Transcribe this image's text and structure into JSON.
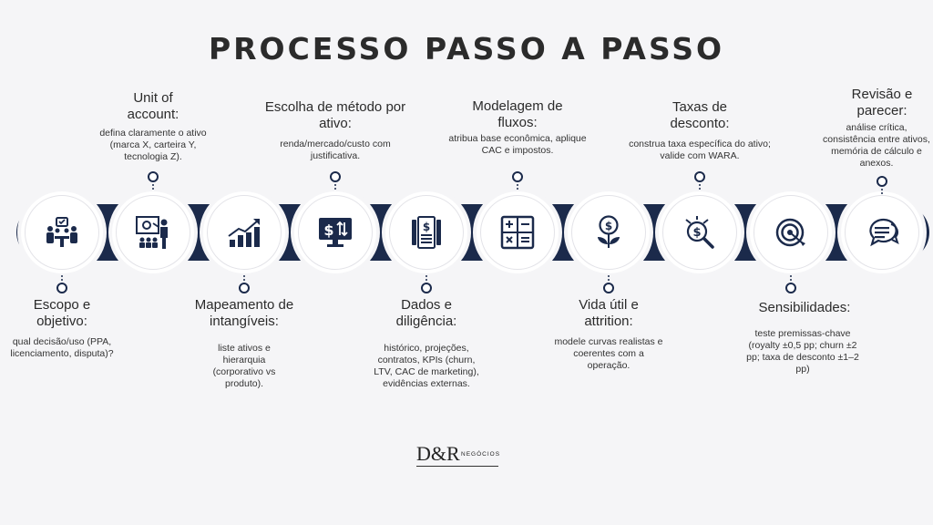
{
  "title": "PROCESSO PASSO A PASSO",
  "steps": [
    {
      "label": "Escopo e objetivo:",
      "desc": "qual decisão/uso (PPA, licenciamento, disputa)?",
      "icon": "meeting-icon"
    },
    {
      "label": "Unit of account:",
      "desc": "defina claramente o ativo (marca X, carteira Y, tecnologia Z).",
      "icon": "presentation-icon"
    },
    {
      "label": "Mapeamento de intangíveis:",
      "desc": "liste ativos e hierarquia (corporativo vs produto).",
      "icon": "growth-chart-icon"
    },
    {
      "label": "Escolha de método por ativo:",
      "desc": "renda/mercado/custo com justificativa.",
      "icon": "monitor-dollar-icon"
    },
    {
      "label": "Dados e diligência:",
      "desc": "histórico, projeções, contratos, KPIs (churn, LTV, CAC de marketing), evidências externas.",
      "icon": "documents-dollar-icon"
    },
    {
      "label": "Modelagem de fluxos:",
      "desc": "atribua base econômica, aplique CAC e impostos.",
      "icon": "calculator-icon"
    },
    {
      "label": "Vida útil e attrition:",
      "desc": "modele curvas realistas e coerentes com a operação.",
      "icon": "money-plant-icon"
    },
    {
      "label": "Taxas de desconto:",
      "desc": "construa taxa específica do ativo; valide com WARA.",
      "icon": "dollar-magnifier-icon"
    },
    {
      "label": "Sensibilidades:",
      "desc": "teste premissas-chave (royalty ±0,5 pp; churn ±2 pp; taxa de desconto ±1–2 pp)",
      "icon": "target-icon"
    },
    {
      "label": "Revisão e parecer:",
      "desc": "análise crítica, consistência entre ativos, memória de cálculo e anexos.",
      "icon": "chat-bubbles-icon"
    }
  ],
  "logo": {
    "mark": "D&R",
    "sub": "NEGÓCIOS"
  }
}
